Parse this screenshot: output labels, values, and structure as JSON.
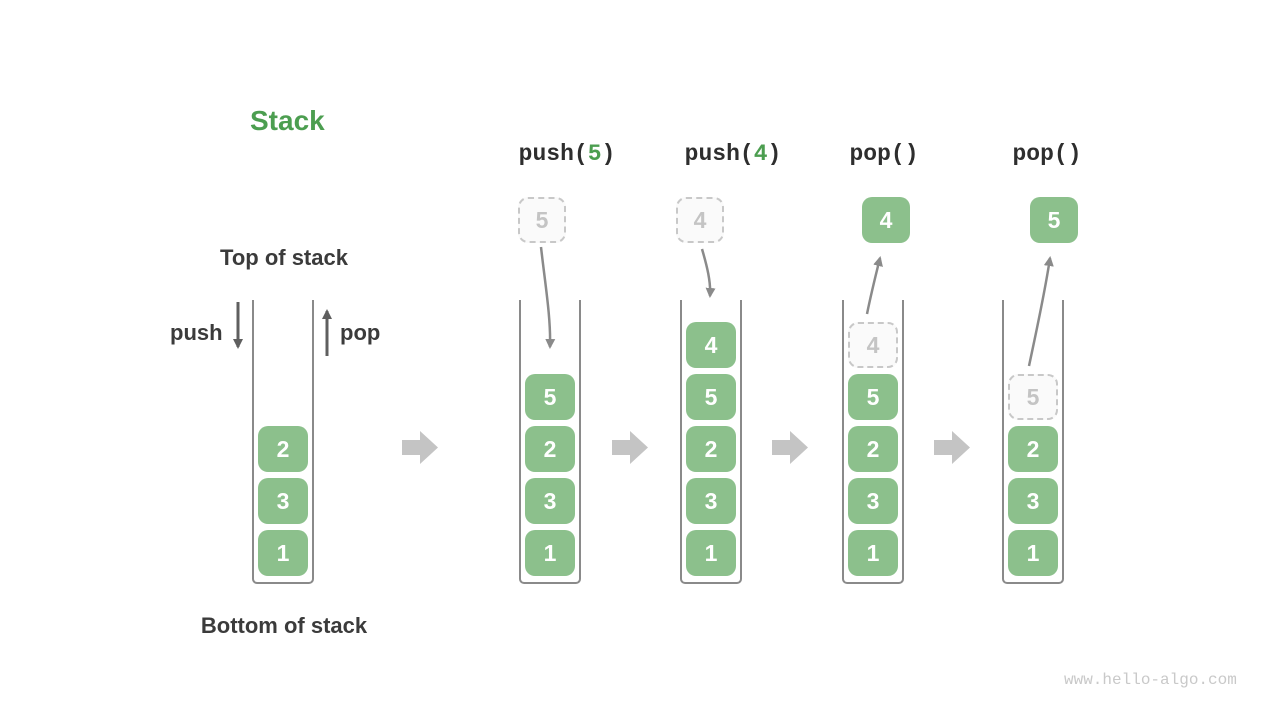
{
  "header": {
    "title": "Stack"
  },
  "legend": {
    "top_label": "Top of stack",
    "bottom_label": "Bottom of stack",
    "push_label": "push",
    "pop_label": "pop"
  },
  "watermark": "www.hello-algo.com",
  "colors": {
    "item_green": "#8CC08C",
    "accent_green": "#4C9E50",
    "ghost_border": "#C8C8C8",
    "ghost_text": "#C4C4C4",
    "curve_arrow_gray": "#8A8A8A",
    "straight_arrow_gray": "#5F5F5F",
    "flow_arrow_gray": "#C4C4C4",
    "label_dark": "#3B3B3B"
  },
  "stages": [
    {
      "name": "initial",
      "items": [
        {
          "value": "2"
        },
        {
          "value": "3"
        },
        {
          "value": "1"
        }
      ]
    },
    {
      "name": "push-5",
      "op": {
        "pre": "push(",
        "arg": "5",
        "post": ")"
      },
      "floating": {
        "value": "5",
        "style": "ghost"
      },
      "items": [
        {
          "value": "5"
        },
        {
          "value": "2"
        },
        {
          "value": "3"
        },
        {
          "value": "1"
        }
      ]
    },
    {
      "name": "push-4",
      "op": {
        "pre": "push(",
        "arg": "4",
        "post": ")"
      },
      "floating": {
        "value": "4",
        "style": "ghost"
      },
      "items": [
        {
          "value": "4"
        },
        {
          "value": "5"
        },
        {
          "value": "2"
        },
        {
          "value": "3"
        },
        {
          "value": "1"
        }
      ]
    },
    {
      "name": "pop-4",
      "op": {
        "pre": "pop()",
        "arg": "",
        "post": ""
      },
      "floating": {
        "value": "4",
        "style": "solid"
      },
      "items": [
        {
          "value": "4",
          "ghost": true
        },
        {
          "value": "5"
        },
        {
          "value": "2"
        },
        {
          "value": "3"
        },
        {
          "value": "1"
        }
      ]
    },
    {
      "name": "pop-5",
      "op": {
        "pre": "pop()",
        "arg": "",
        "post": ""
      },
      "floating": {
        "value": "5",
        "style": "solid"
      },
      "items": [
        {
          "value": "5",
          "ghost": true
        },
        {
          "value": "2"
        },
        {
          "value": "3"
        },
        {
          "value": "1"
        }
      ]
    }
  ]
}
